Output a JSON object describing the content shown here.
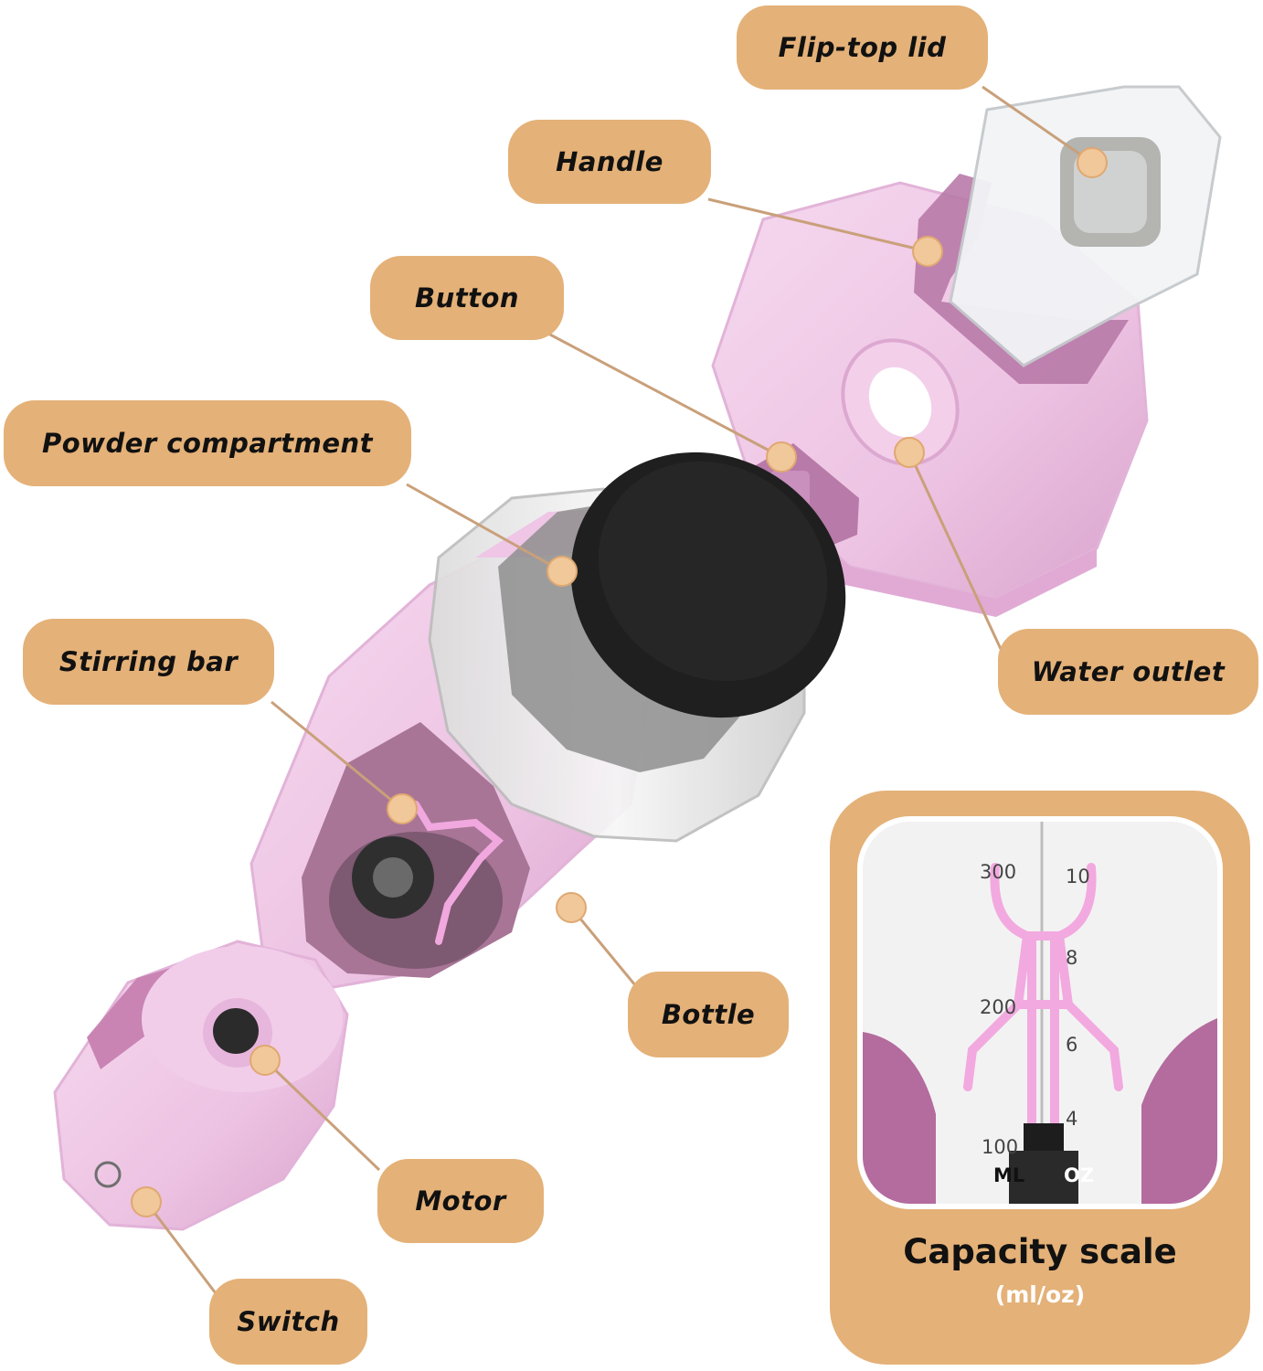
{
  "labels": {
    "flip_top_lid": "Flip-top lid",
    "handle": "Handle",
    "button": "Button",
    "powder_compartment": "Powder compartment",
    "stirring_bar": "Stirring bar",
    "water_outlet": "Water outlet",
    "bottle": "Bottle",
    "motor": "Motor",
    "switch": "Switch"
  },
  "capacity_scale": {
    "title": "Capacity scale",
    "unit": "(ml/oz)",
    "ml_ticks": [
      "300",
      "200",
      "100"
    ],
    "oz_ticks": [
      "10",
      "8",
      "6",
      "4"
    ],
    "ml_label": "ML",
    "oz_label": "OZ"
  },
  "colors": {
    "label_bg": "#e4b178",
    "product_pink": "#efc6e6",
    "product_pink_dark": "#c984b4",
    "handle_purple": "#b87aa8",
    "leader_line": "#c9a07a",
    "marker_dot": "#f0c89a"
  }
}
